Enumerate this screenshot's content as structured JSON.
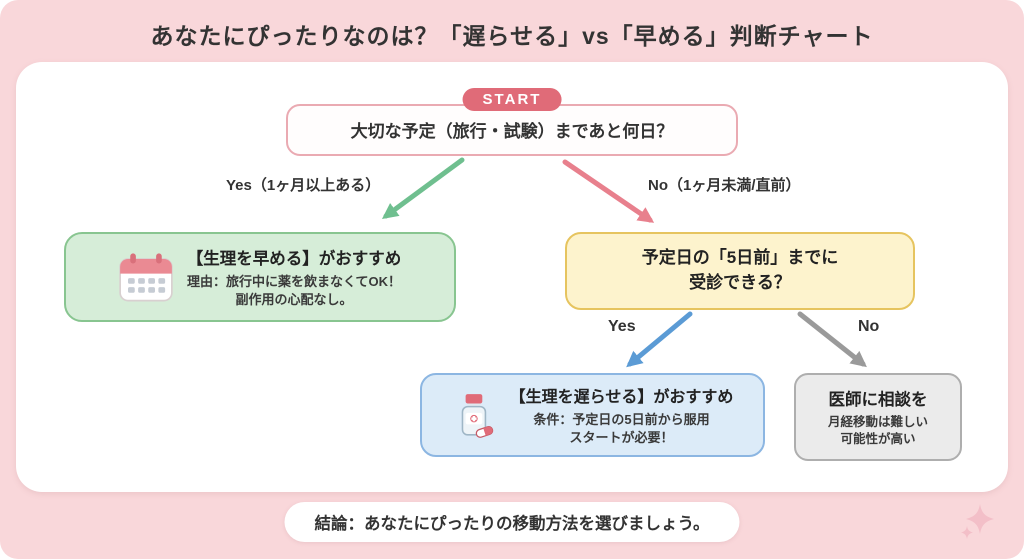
{
  "title": "あなたにぴったりなのは？「遅らせる」vs「早める」判断チャート",
  "flow": {
    "start_badge": "START",
    "start_question": "大切な予定（旅行・試験）まであと何日？",
    "branch1": {
      "yes": "Yes（1ヶ月以上ある）",
      "no": "No（1ヶ月未満/直前）"
    },
    "advance_box": {
      "title": "【生理を早める】がおすすめ",
      "reason1": "理由：旅行中に薬を飲まなくてOK！",
      "reason2": "副作用の心配なし。"
    },
    "clinic_question": {
      "line1": "予定日の「5日前」までに",
      "line2": "受診できる？"
    },
    "branch2": {
      "yes": "Yes",
      "no": "No"
    },
    "delay_box": {
      "title": "【生理を遅らせる】がおすすめ",
      "condition1": "条件：予定日の5日前から服用",
      "condition2": "スタートが必要！"
    },
    "consult_box": {
      "title": "医師に相談を",
      "note1": "月経移動は難しい",
      "note2": "可能性が高い"
    }
  },
  "footer": {
    "conclusion": "結論：あなたにぴったりの移動方法を選びましょう。"
  },
  "icons": {
    "calendar": "calendar-icon",
    "pill_bottle": "pill-bottle-icon",
    "sparkle": "sparkle-icon"
  },
  "colors": {
    "background": "#f9d7da",
    "start_badge": "#e06b78",
    "start_border": "#eaaab2",
    "yes_arrow": "#6fbf8f",
    "no_arrow": "#e8808d",
    "advance_bg": "#d6edd8",
    "advance_border": "#88c590",
    "question_bg": "#fdf3cd",
    "question_border": "#e6c45f",
    "delay_arrow": "#5b9bd5",
    "consult_arrow": "#9a9a9a",
    "delay_bg": "#dcebf8",
    "delay_border": "#8cb6e2",
    "consult_bg": "#ebebeb",
    "consult_border": "#aeaeae"
  }
}
